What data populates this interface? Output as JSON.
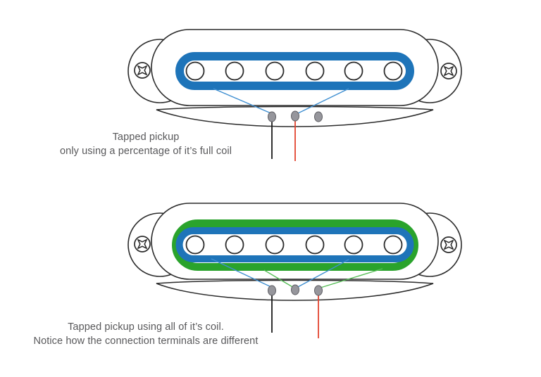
{
  "background": "#ffffff",
  "colors": {
    "coil_blue": "#1e74b9",
    "coil_green": "#2aa32c",
    "wire_blue": "#3f8fd1",
    "wire_green": "#55bd55",
    "lead_black": "#1a1a1a",
    "lead_red": "#e2432e",
    "terminal_fill": "#96969c",
    "terminal_stroke": "#5f5f64",
    "outline": "#2b2b2b",
    "caption_text": "#58585a"
  },
  "pickups": [
    {
      "id": "tapped-partial-coil",
      "caption_line1": "Tapped pickup",
      "caption_line2": "only using a percentage of it’s full coil",
      "pole_count": 6,
      "mounting_screws": 2,
      "coil_rings": [
        "blue"
      ],
      "terminal_count": 3,
      "connections": [
        {
          "wire": "blue",
          "from": "coil lower-left",
          "to": "terminal 1 (left)"
        },
        {
          "wire": "blue",
          "from": "coil lower-right",
          "to": "terminal 2 (middle)"
        }
      ],
      "leads": [
        {
          "color": "black",
          "terminal": "terminal 1 (left)"
        },
        {
          "color": "red",
          "terminal": "terminal 2 (middle)"
        }
      ]
    },
    {
      "id": "tapped-full-coil",
      "caption_line1": "Tapped pickup using all of it’s coil.",
      "caption_line2": "Notice how the connection terminals are different",
      "pole_count": 6,
      "mounting_screws": 2,
      "coil_rings": [
        "green",
        "blue"
      ],
      "terminal_count": 3,
      "connections": [
        {
          "wire": "blue",
          "from": "inner coil lower-left",
          "to": "terminal 1 (left)"
        },
        {
          "wire": "blue",
          "from": "inner coil lower-right",
          "to": "terminal 2 (middle)"
        },
        {
          "wire": "green",
          "from": "outer coil lower-left",
          "to": "terminal 2 (middle)"
        },
        {
          "wire": "green",
          "from": "outer coil lower-right",
          "to": "terminal 3 (right)"
        }
      ],
      "leads": [
        {
          "color": "black",
          "terminal": "terminal 1 (left)"
        },
        {
          "color": "red",
          "terminal": "terminal 3 (right)"
        }
      ]
    }
  ]
}
